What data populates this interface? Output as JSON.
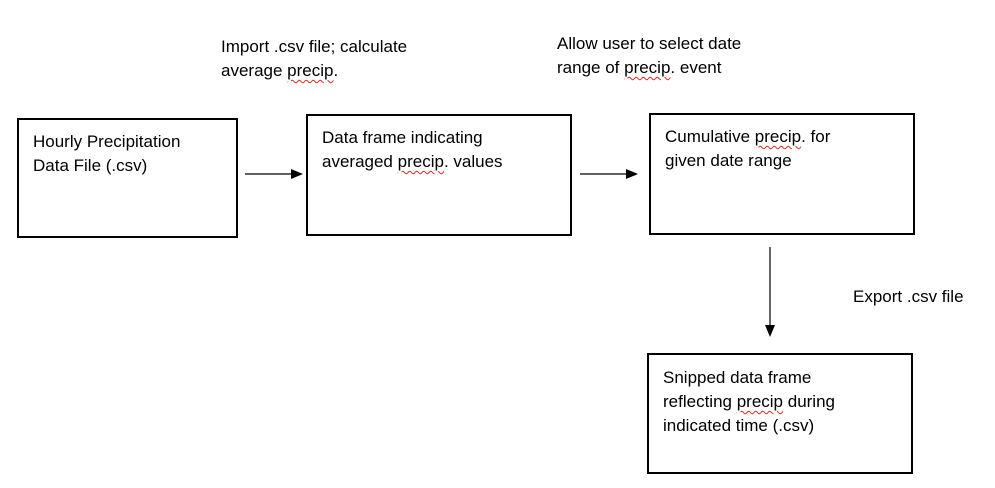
{
  "boxes": {
    "b1": {
      "lines": [
        "Hourly Precipitation",
        "Data File (.csv)"
      ]
    },
    "b2": {
      "lines": [
        "Data frame indicating",
        "averaged precip. values"
      ]
    },
    "b3": {
      "lines": [
        "Cumulative precip. for",
        "given date range"
      ]
    },
    "b4": {
      "lines": [
        "Snipped data frame",
        "reflecting precip during",
        "indicated time (.csv)"
      ]
    }
  },
  "notes": {
    "n1": {
      "lines": [
        "Import .csv file; calculate",
        "average precip."
      ]
    },
    "n2": {
      "lines": [
        "Allow user to select date",
        "range of precip. event"
      ]
    },
    "n3": {
      "lines": [
        "Export .csv file"
      ]
    }
  },
  "colors": {
    "stroke": "#000000",
    "spellcheck_underline": "#e0261f"
  }
}
